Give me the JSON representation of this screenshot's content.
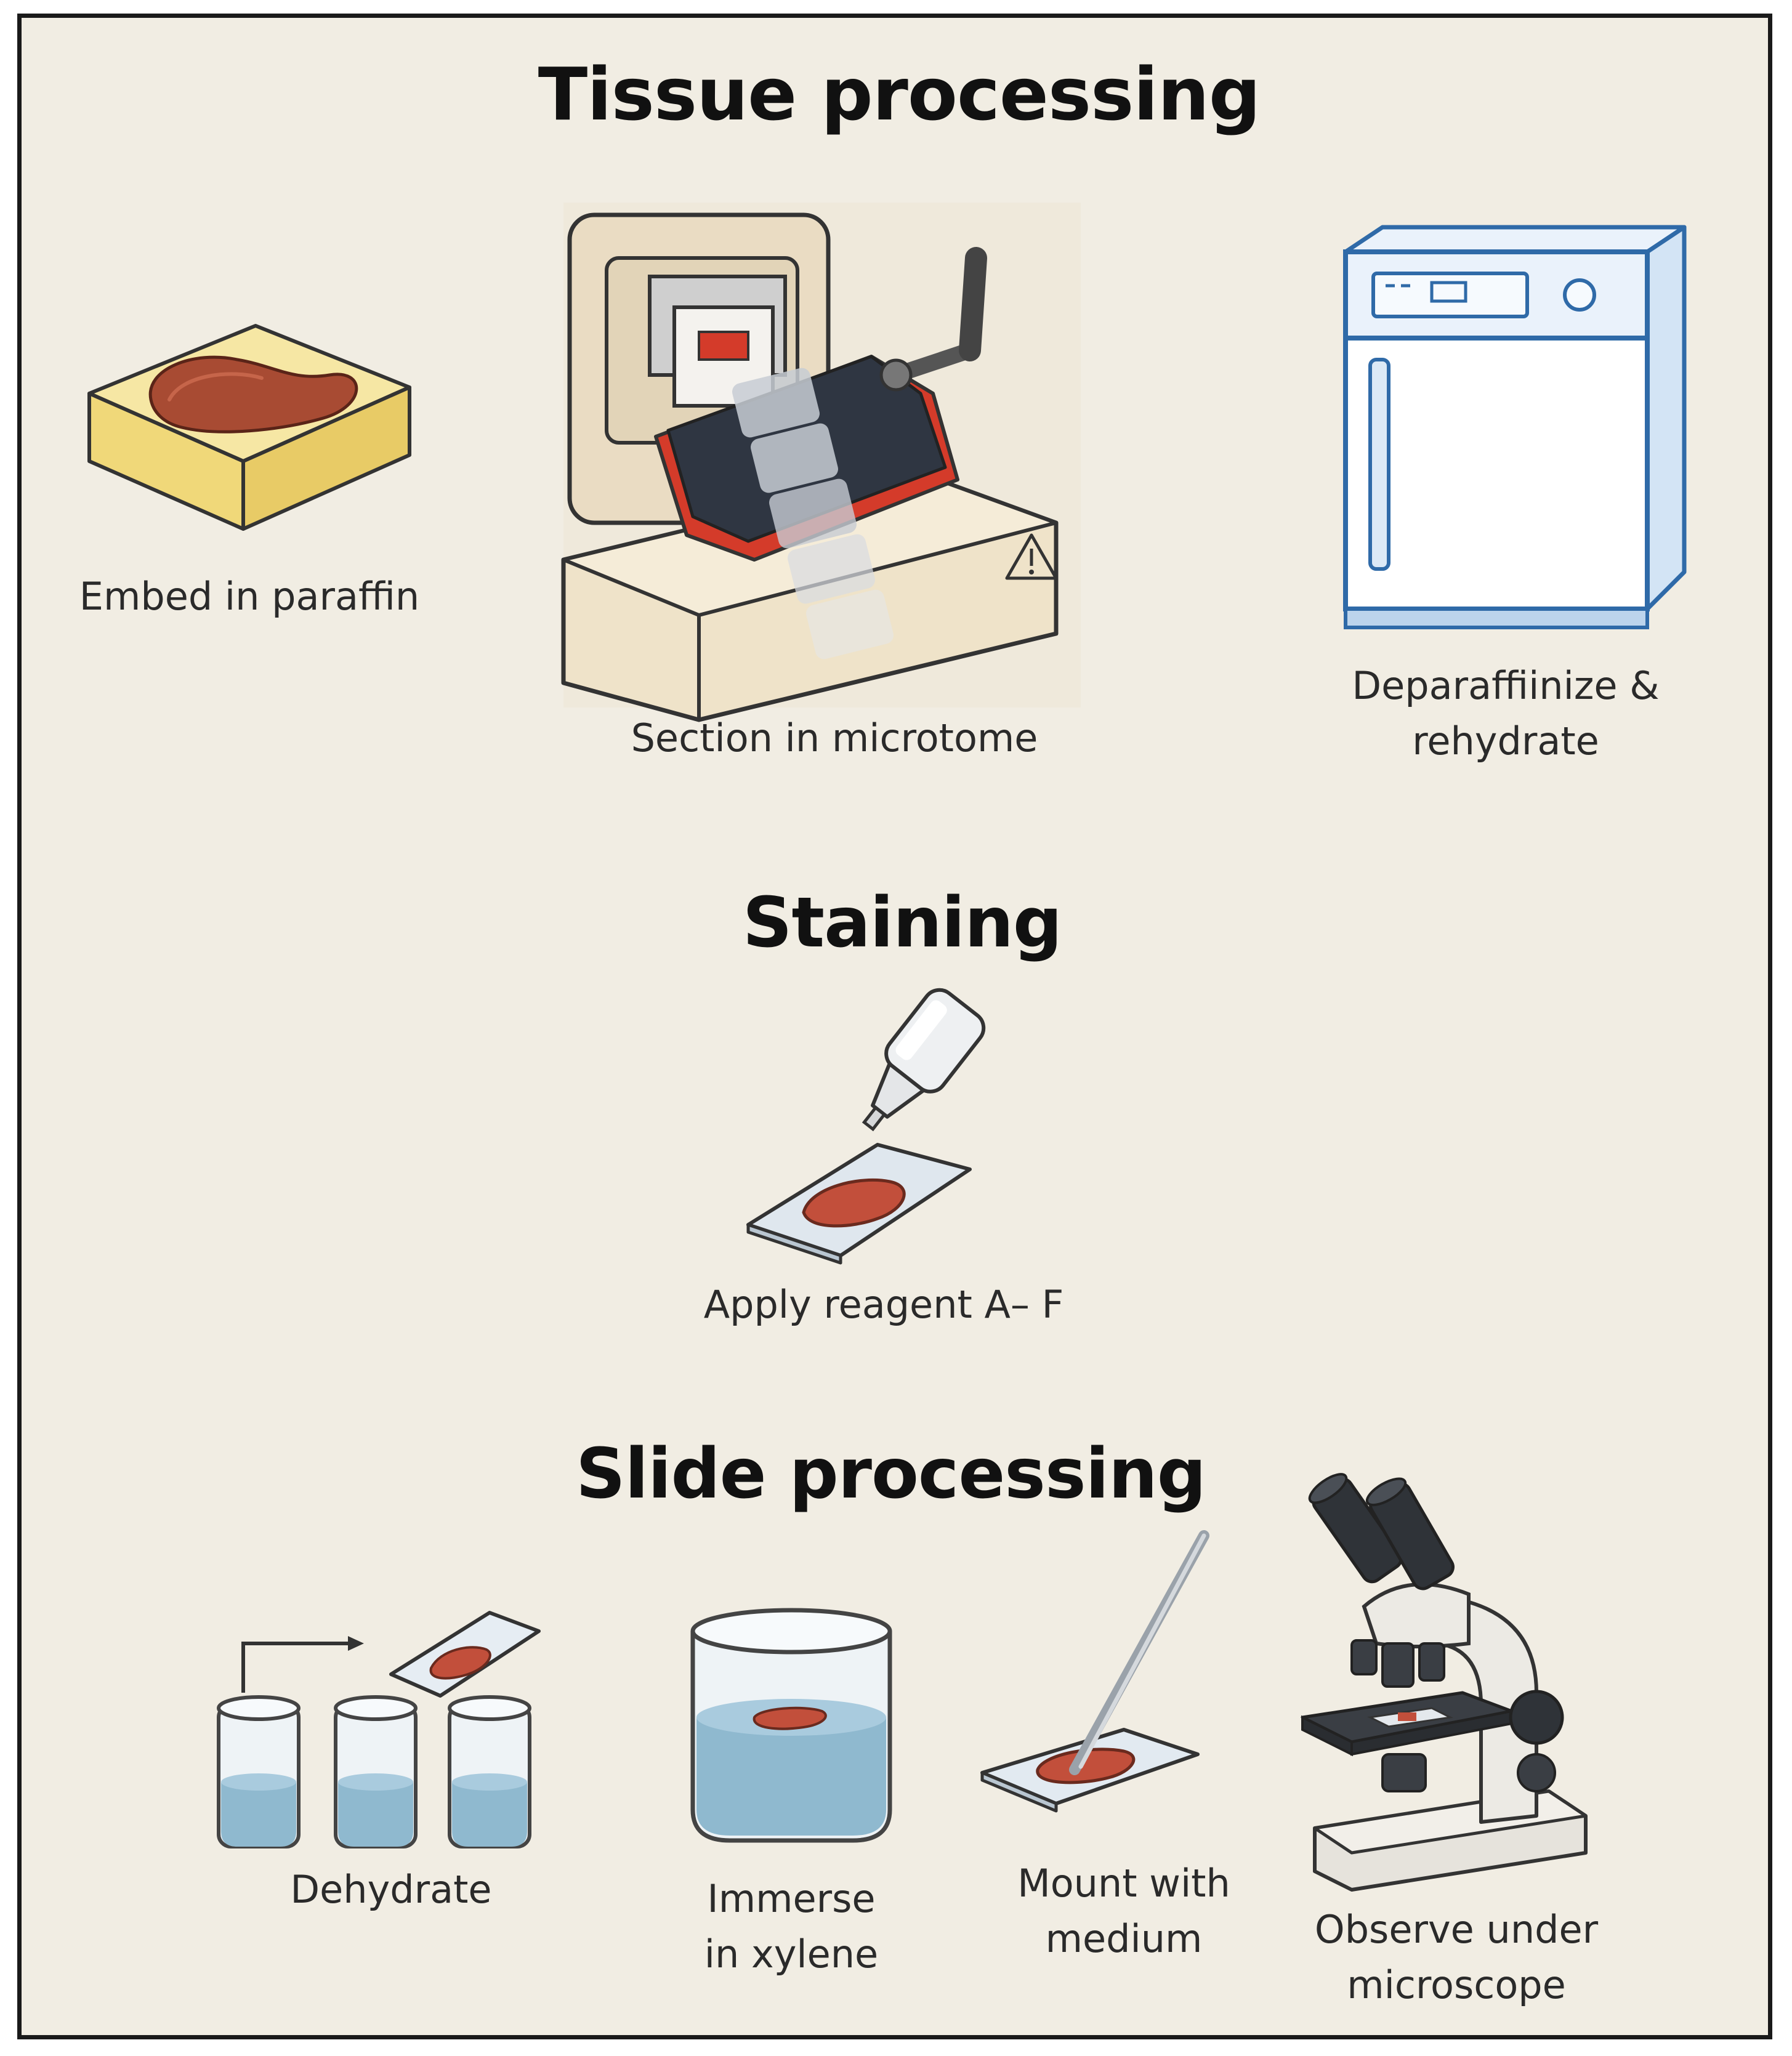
{
  "sections": {
    "tissue": {
      "title": "Tissue processing",
      "steps": [
        {
          "label": "Embed in paraffin"
        },
        {
          "label": "Section in microtome"
        },
        {
          "label_lines": [
            "Deparaffiinize &",
            "rehydrate"
          ]
        }
      ]
    },
    "staining": {
      "title": "Staining",
      "steps": [
        {
          "label": "Apply reagent A– F"
        }
      ]
    },
    "slide": {
      "title": "Slide processing",
      "steps": [
        {
          "label": "Dehydrate"
        },
        {
          "label_lines": [
            "Immerse",
            "in xylene"
          ]
        },
        {
          "label_lines": [
            "Mount with",
            "medium"
          ]
        },
        {
          "label_lines": [
            "Observe under",
            "microscope"
          ]
        }
      ]
    }
  },
  "icons": {
    "paraffin_block": "paraffin-block-icon",
    "microtome": "microtome-icon",
    "oven": "oven-icon",
    "dropper_slide": "dropper-slide-icon",
    "dehydrate_beakers": "beakers-icon",
    "xylene_beaker": "xylene-beaker-icon",
    "mount_slide": "mount-slide-icon",
    "microscope": "microscope-icon"
  },
  "colors": {
    "background": "#f1ede3",
    "tissue": "#a44a33",
    "paraffin": "#f4df8f",
    "liquid": "#8fb9cf",
    "oven": "#2f6aa8",
    "accent_red": "#d43b2a"
  }
}
